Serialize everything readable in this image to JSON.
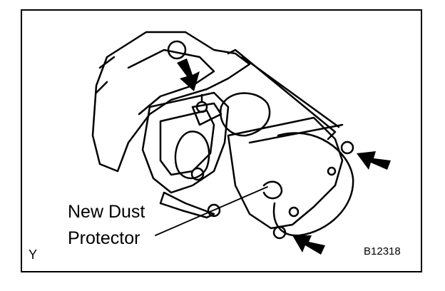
{
  "callout": {
    "line1": "New Dust",
    "line2": "Protector"
  },
  "corner_left": "Y",
  "figure_code": "B12318",
  "colors": {
    "ink": "#000000",
    "paper": "#ffffff"
  }
}
